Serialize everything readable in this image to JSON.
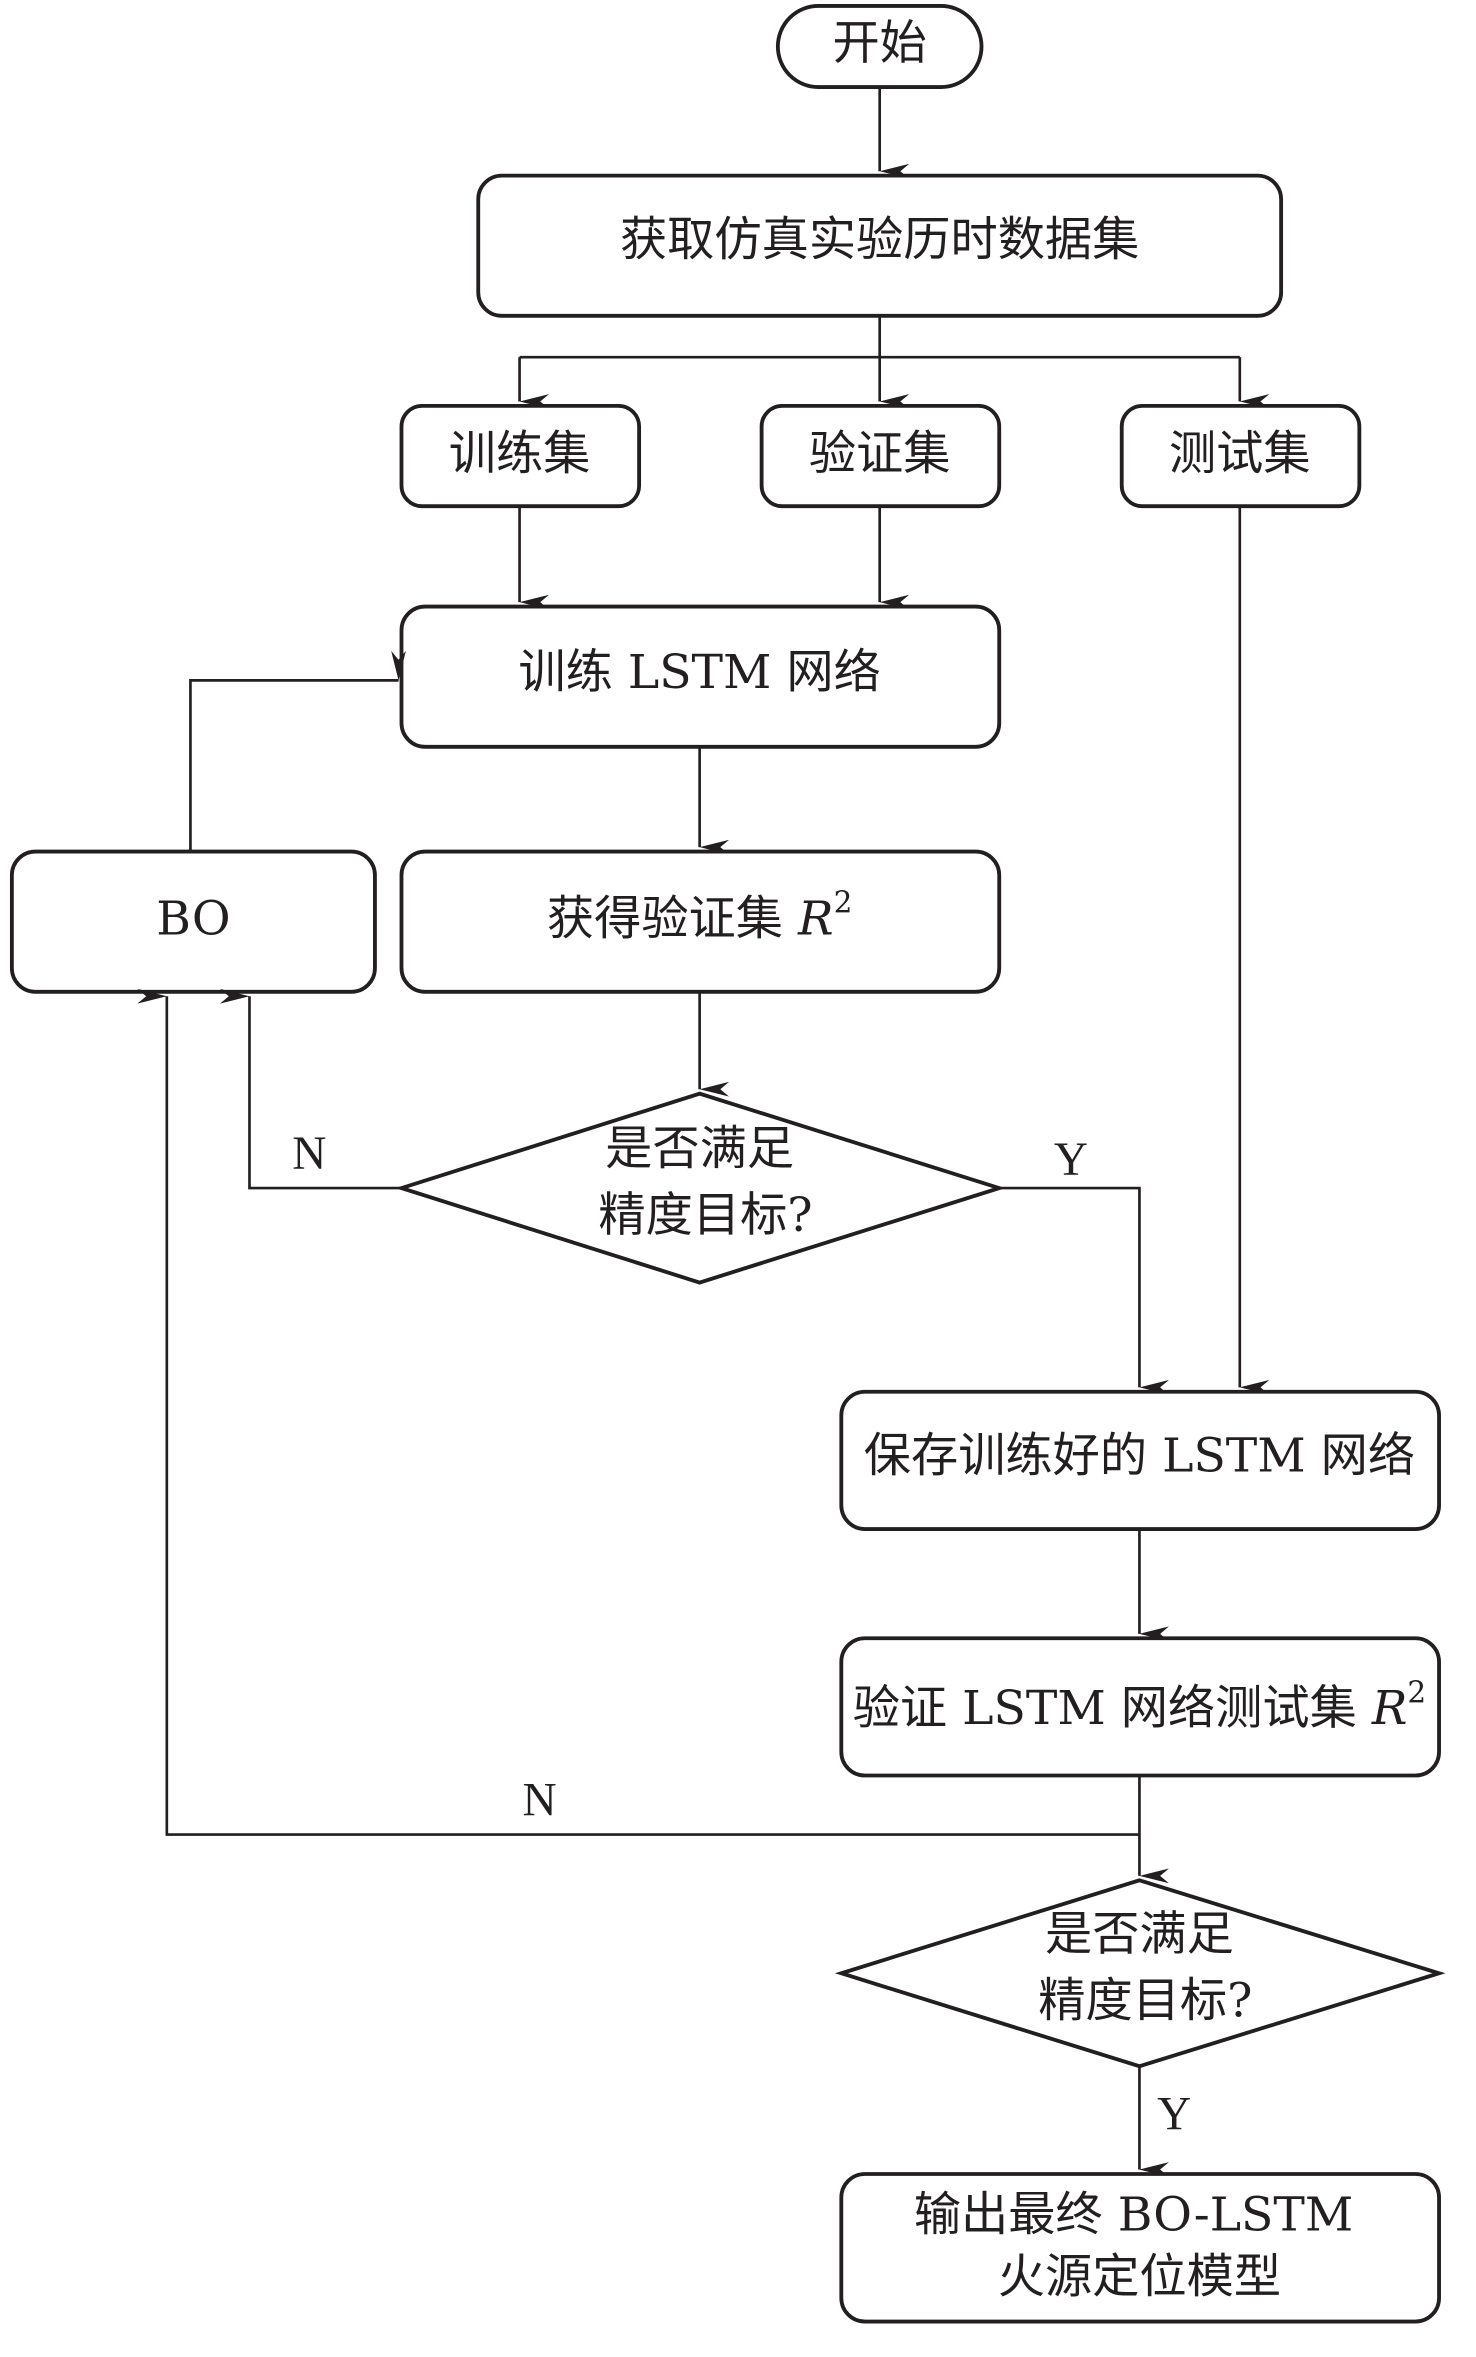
{
  "diagram": {
    "type": "flowchart",
    "nodes": {
      "start": {
        "label": "开始"
      },
      "get_data": {
        "label": "获取仿真实验历时数据集"
      },
      "train_set": {
        "label": "训练集"
      },
      "val_set": {
        "label": "验证集"
      },
      "test_set": {
        "label": "测试集"
      },
      "train_lstm": {
        "label": "训练 LSTM 网络"
      },
      "bo": {
        "label": "BO"
      },
      "get_val_r2": {
        "label": "获得验证集 ",
        "var": "R",
        "sup": "2"
      },
      "decision1": {
        "line1": "是否满足",
        "line2": "精度目标?"
      },
      "save_lstm": {
        "label": "保存训练好的 LSTM 网络"
      },
      "verify_test_r2": {
        "label": "验证 LSTM 网络测试集 ",
        "var": "R",
        "sup": "2"
      },
      "decision2": {
        "line1": "是否满足",
        "line2": "精度目标?"
      },
      "output": {
        "line1": "输出最终 BO-LSTM",
        "line2": "火源定位模型"
      }
    },
    "edge_labels": {
      "d1_no": "N",
      "d1_yes": "Y",
      "d2_no": "N",
      "d2_yes": "Y"
    },
    "colors": {
      "stroke": "#231f20",
      "background": "#ffffff"
    }
  }
}
